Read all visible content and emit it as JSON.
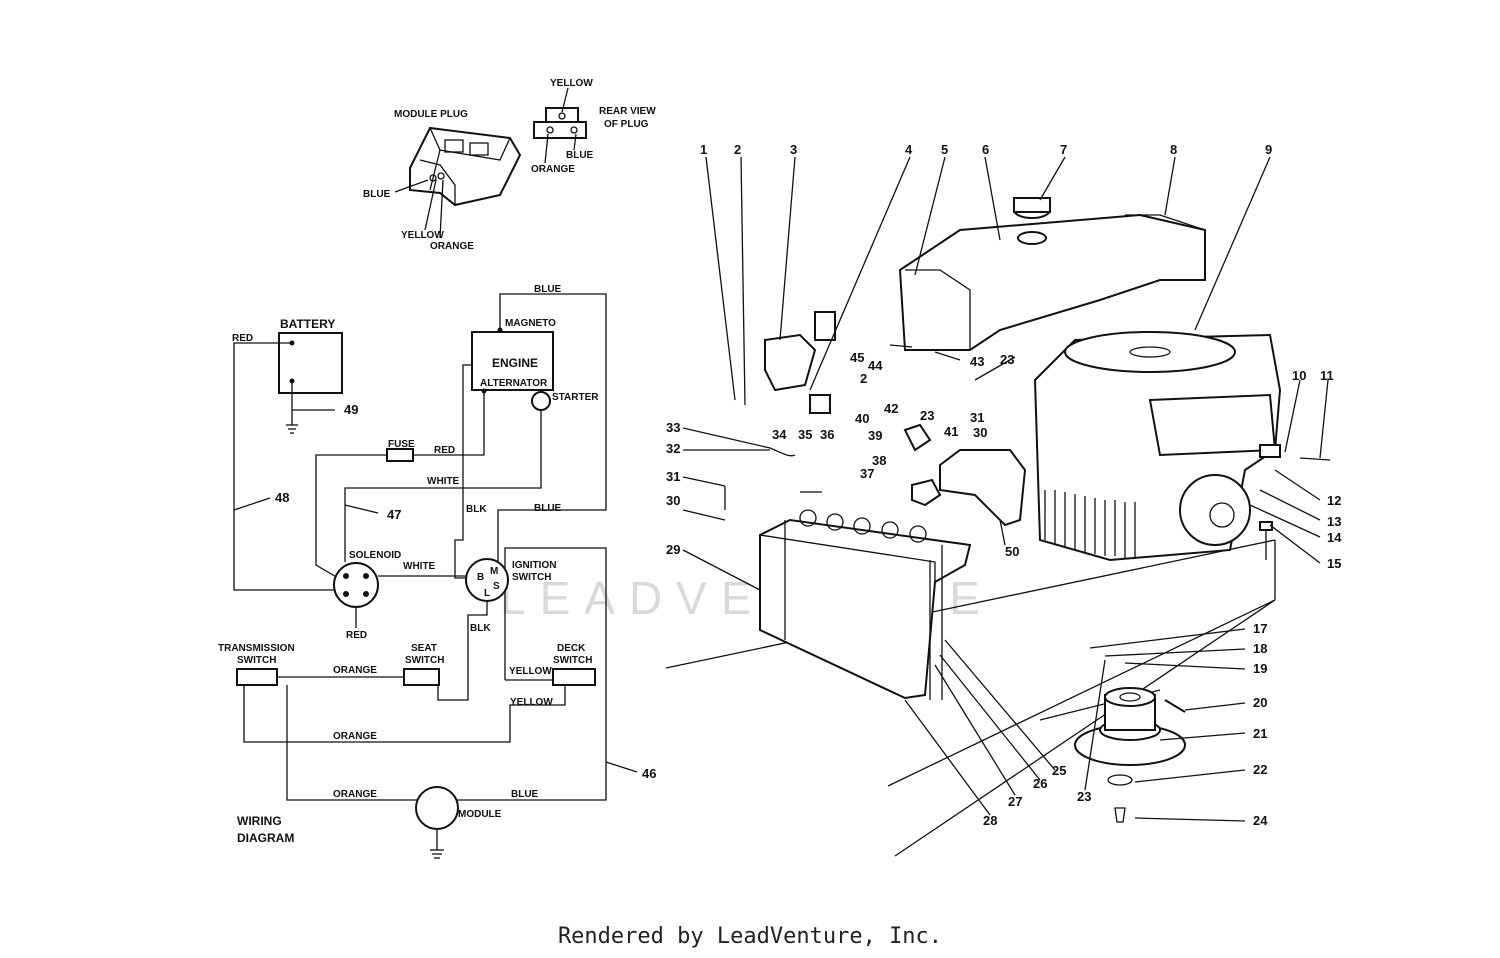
{
  "plug": {
    "module_plug": "MODULE PLUG",
    "rear_view_1": "REAR VIEW",
    "rear_view_2": "OF PLUG",
    "yellow": "YELLOW",
    "blue": "BLUE",
    "orange": "ORANGE"
  },
  "wiring": {
    "title_1": "WIRING",
    "title_2": "DIAGRAM",
    "battery": "BATTERY",
    "engine": "ENGINE",
    "magneto": "MAGNETO",
    "alternator": "ALTERNATOR",
    "starter": "STARTER",
    "fuse": "FUSE",
    "solenoid": "SOLENOID",
    "ignition_1": "IGNITION",
    "ignition_2": "SWITCH",
    "transmission_1": "TRANSMISSION",
    "transmission_2": "SWITCH",
    "seat_1": "SEAT",
    "seat_2": "SWITCH",
    "deck_1": "DECK",
    "deck_2": "SWITCH",
    "module": "MODULE",
    "wire_red": "RED",
    "wire_blue": "BLUE",
    "wire_white": "WHITE",
    "wire_blk": "BLK",
    "wire_orange": "ORANGE",
    "wire_yellow": "YELLOW",
    "term_b": "B",
    "term_m": "M",
    "term_s": "S",
    "term_l": "L",
    "ref_46": "46",
    "ref_47": "47",
    "ref_48": "48",
    "ref_49": "49"
  },
  "callouts": {
    "c1": "1",
    "c2": "2",
    "c3": "3",
    "c4": "4",
    "c5": "5",
    "c6": "6",
    "c7": "7",
    "c8": "8",
    "c9": "9",
    "c10": "10",
    "c11": "11",
    "c12": "12",
    "c13": "13",
    "c14": "14",
    "c15": "15",
    "c17": "17",
    "c18": "18",
    "c19": "19",
    "c20": "20",
    "c21": "21",
    "c22": "22",
    "c23": "23",
    "c24": "24",
    "c25": "25",
    "c26": "26",
    "c27": "27",
    "c28": "28",
    "c29": "29",
    "c30": "30",
    "c31": "31",
    "c32": "32",
    "c33": "33",
    "c34": "34",
    "c35": "35",
    "c36": "36",
    "c37": "37",
    "c38": "38",
    "c39": "39",
    "c40": "40",
    "c41": "41",
    "c42": "42",
    "c43": "43",
    "c44": "44",
    "c45": "45",
    "c50": "50"
  },
  "watermark": "LEADVENTURE",
  "footer": "Rendered by LeadVenture, Inc."
}
